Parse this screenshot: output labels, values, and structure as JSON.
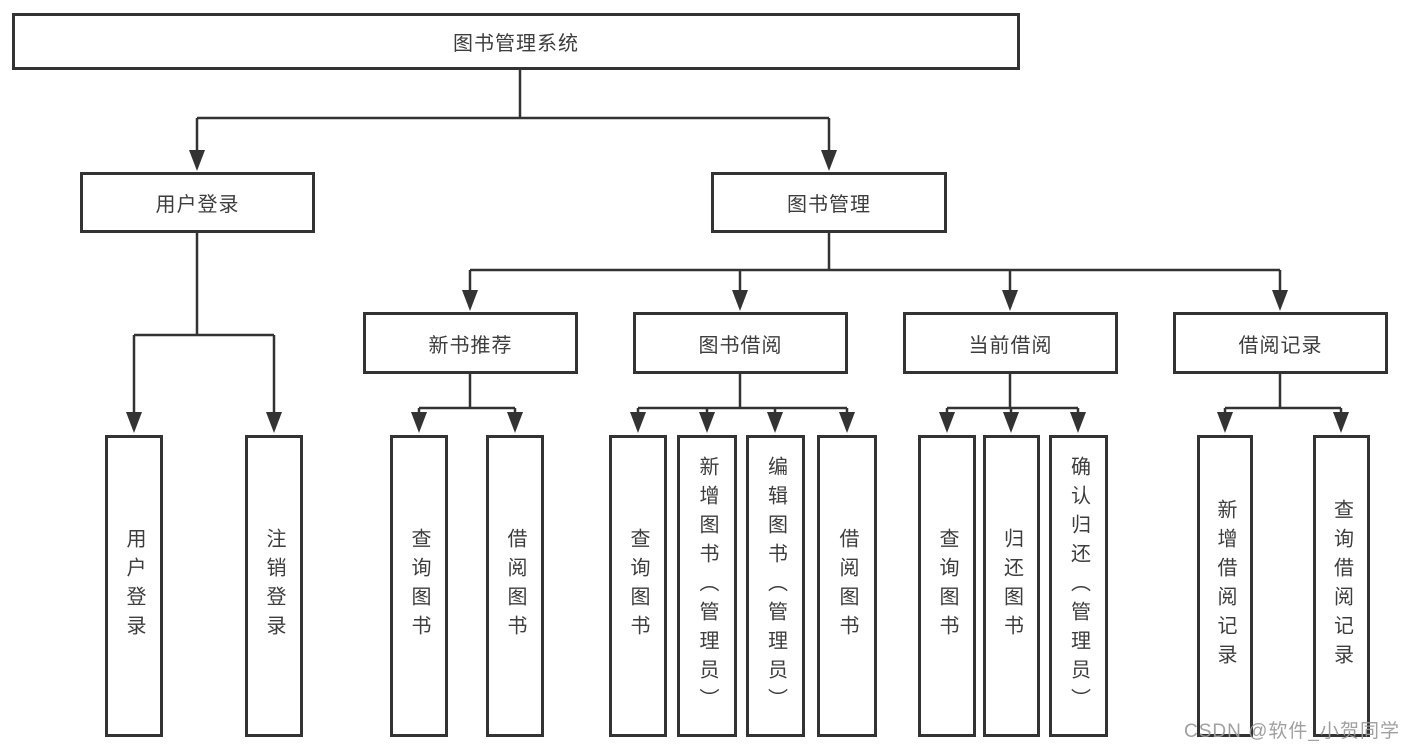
{
  "diagram_title": "图书管理系统",
  "branches": {
    "user": {
      "label": "用户登录",
      "leaves": [
        "用户登录",
        "注销登录"
      ]
    },
    "books": {
      "label": "图书管理",
      "sections": [
        {
          "label": "新书推荐",
          "leaves": [
            "查询图书",
            "借阅图书"
          ]
        },
        {
          "label": "图书借阅",
          "leaves": [
            "查询图书",
            "新增图书（管理员）",
            "编辑图书（管理员）",
            "借阅图书"
          ]
        },
        {
          "label": "当前借阅",
          "leaves": [
            "查询图书",
            "归还图书",
            "确认归还（管理员）"
          ]
        },
        {
          "label": "借阅记录",
          "leaves": [
            "新增借阅记录",
            "查询借阅记录"
          ]
        }
      ]
    }
  },
  "watermark": "CSDN @软件_小贺同学",
  "colors": {
    "line": "#333333",
    "box_border": "#333333",
    "text": "#3d3d3d",
    "watermark": "#9b9b9b",
    "background": "#ffffff"
  }
}
